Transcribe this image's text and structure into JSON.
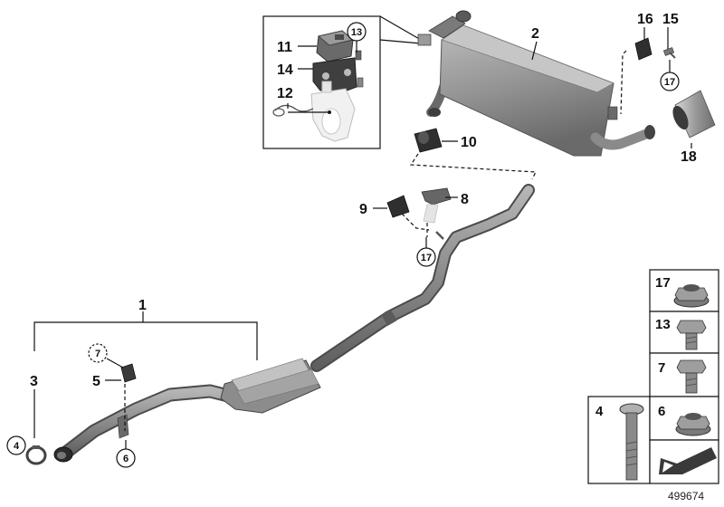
{
  "callouts": {
    "p1": "1",
    "p2": "2",
    "p3": "3",
    "p4": "4",
    "p5": "5",
    "p6": "6",
    "p7": "7",
    "p8": "8",
    "p9": "9",
    "p10": "10",
    "p11": "11",
    "p12": "12",
    "p13": "13",
    "p14": "14",
    "p15": "15",
    "p16": "16",
    "p17": "17",
    "p18": "18"
  },
  "fastener_table": {
    "cells": [
      {
        "label": "17",
        "part": "flange-nut"
      },
      {
        "label": "13",
        "part": "hex-bolt-short"
      },
      {
        "label": "7",
        "part": "hex-bolt-long"
      },
      {
        "label": "4",
        "part": "carriage-bolt"
      },
      {
        "label": "6",
        "part": "flange-nut"
      }
    ]
  },
  "diagram_ref": "499674",
  "colors": {
    "line": "#111111",
    "part_fill": "#8e8e8e",
    "part_dark": "#5c5c5c",
    "part_light": "#c9c9c9"
  }
}
